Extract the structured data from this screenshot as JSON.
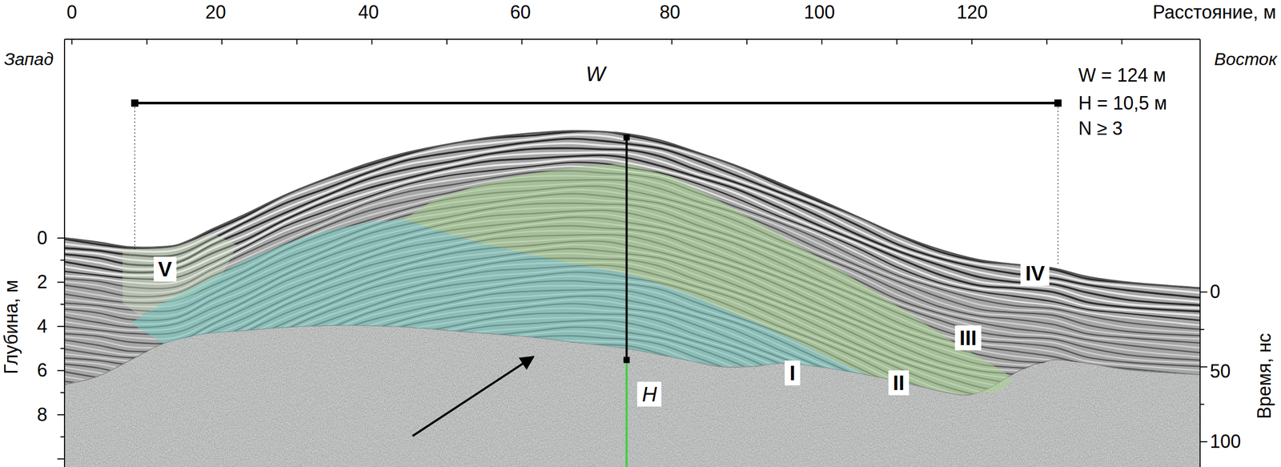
{
  "diagram": {
    "nodes": [
      {
        "text": [
          "V"
        ]
      },
      {
        "text": [
          "IV"
        ]
      },
      {
        "text": [
          "III"
        ]
      },
      {
        "text": [
          "I"
        ]
      },
      {
        "text": [
          "II"
        ]
      },
      {
        "text": [
          "H"
        ]
      }
    ],
    "labels": [
      "0",
      "20",
      "40",
      "60",
      "80",
      "100",
      "120",
      "Расстояние, м",
      "Запад",
      "Восток",
      "W",
      "W = 124 м",
      "H = 10,5 м",
      "N ≥ 3",
      "0",
      "2",
      "4",
      "6",
      "8",
      "Глубина, м",
      "0",
      "50",
      "100",
      "Время, нс"
    ]
  }
}
